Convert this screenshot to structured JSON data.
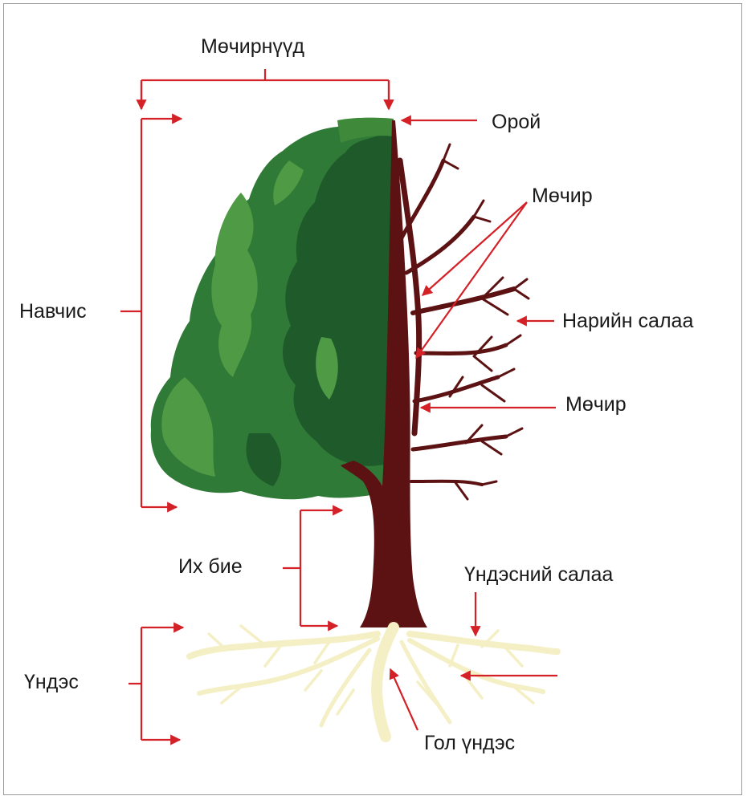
{
  "labels": {
    "branches": "Мөчирнүүд",
    "crown": "Навчис",
    "top": "Орой",
    "branch_upper": "Мөчир",
    "twigs": "Нарийн салаа",
    "branch_lower": "Мөчир",
    "trunk": "Их бие",
    "root_branches": "Үндэсний салаа",
    "roots": "Үндэс",
    "taproot": "Гол үндэс"
  },
  "colors": {
    "arrow": "#d42027",
    "trunk": "#5c1212",
    "foliage_dark": "#1f5a2a",
    "foliage_mid": "#2f7a37",
    "foliage_light": "#4f9a45",
    "root": "#f4efc4",
    "root_edge": "#cfc493"
  }
}
